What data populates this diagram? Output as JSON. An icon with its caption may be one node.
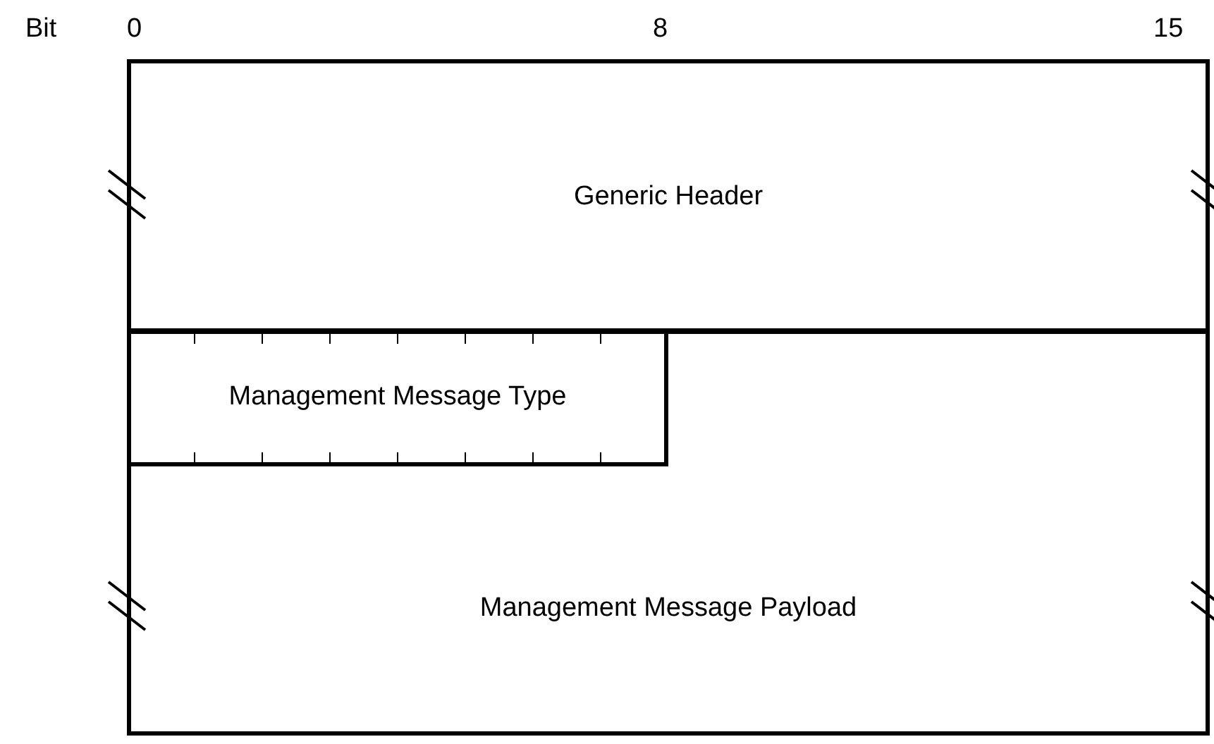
{
  "diagram": {
    "nodes": [
      {
        "text": [
          "Generic Header"
        ]
      },
      {
        "text": [
          "Management Message Type"
        ],
        "in": 2
      },
      {
        "text": [
          "Management Message Payload"
        ]
      }
    ],
    "labels": [
      "Bit",
      "0",
      "8",
      "15"
    ]
  }
}
